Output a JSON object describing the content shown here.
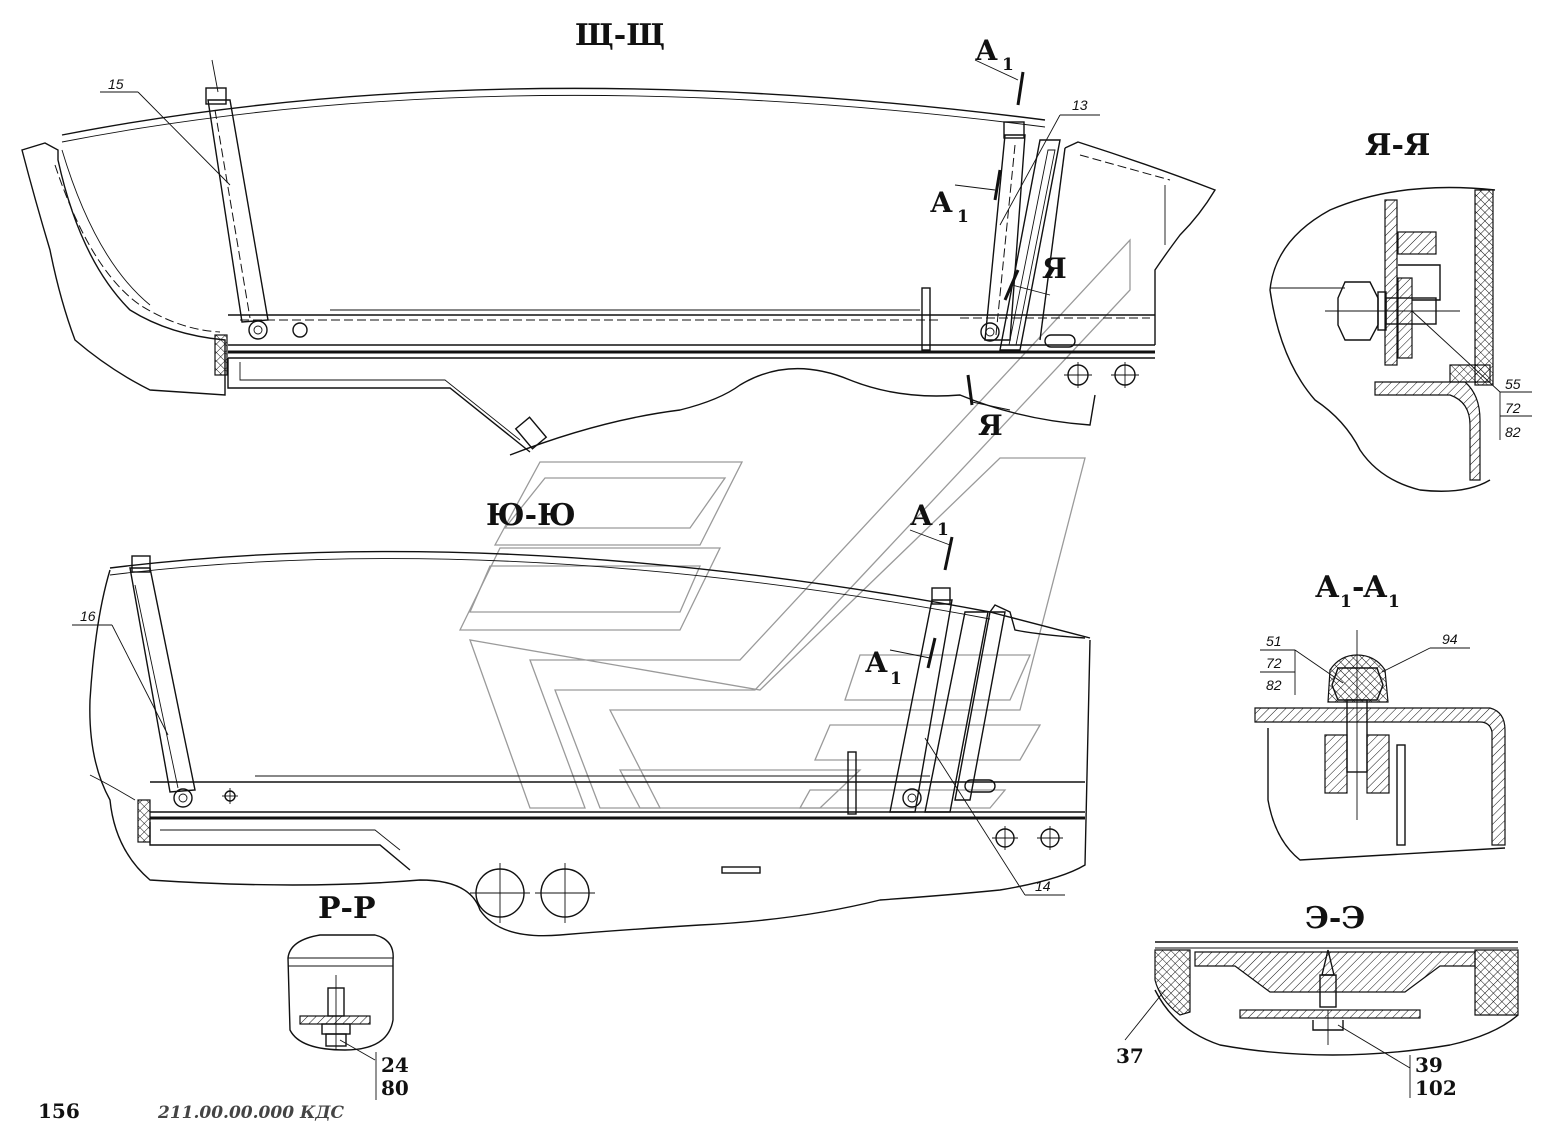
{
  "sections": {
    "shch": "Щ-Щ",
    "yu": "Ю-Ю",
    "ya": "Я-Я",
    "a1": "А",
    "a1_sub": "1",
    "e": "Э-Э",
    "r": "Р-Р"
  },
  "markers": {
    "a": "А",
    "a_sub": "1",
    "ya": "Я"
  },
  "callouts": {
    "c15": "15",
    "c13": "13",
    "c16": "16",
    "c14": "14",
    "c55": "55",
    "c72a": "72",
    "c82a": "82",
    "c51": "51",
    "c72b": "72",
    "c82b": "82",
    "c94": "94",
    "c37": "37",
    "c39": "39",
    "c102": "102",
    "c24": "24",
    "c80": "80"
  },
  "footer": {
    "page_number": "156",
    "doc_code": "211.00.00.000 КДС"
  }
}
